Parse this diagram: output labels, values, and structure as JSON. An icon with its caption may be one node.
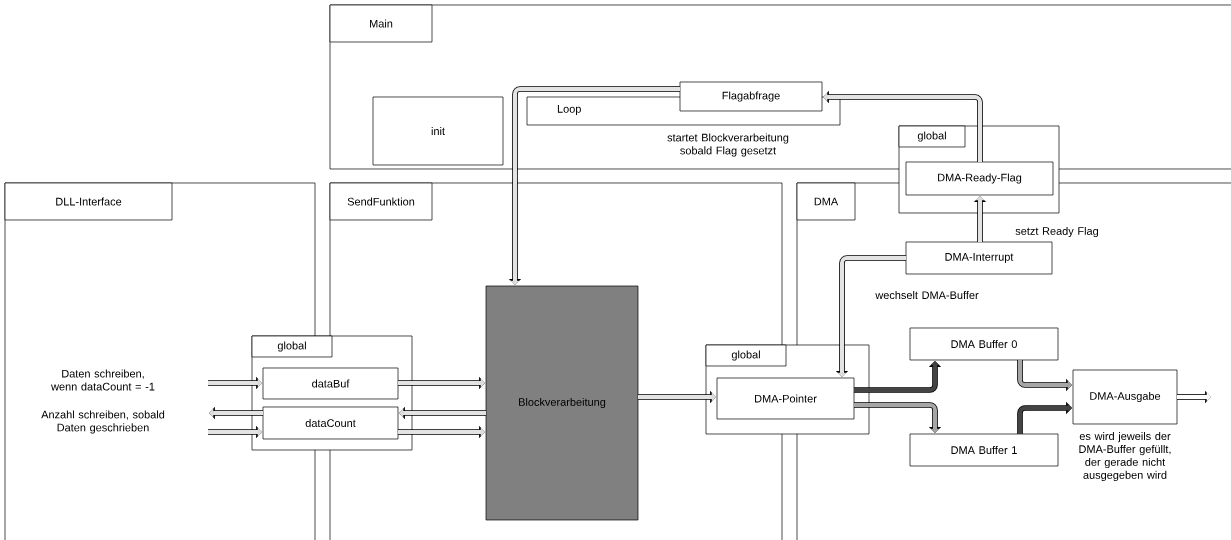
{
  "diagram": {
    "nodes": [
      {
        "text": [
          "Main"
        ]
      },
      {
        "text": [
          "init"
        ],
        "in": 0
      },
      {
        "text": [
          "Loop"
        ],
        "in": 0
      },
      {
        "text": [
          "Flagabfrage"
        ],
        "in": 0
      },
      {
        "text": [
          "global"
        ]
      },
      {
        "text": [
          "DMA-Ready-Flag"
        ],
        "in": 4
      },
      {
        "text": [
          "DLL-Interface"
        ]
      },
      {
        "text": [
          "SendFunktion"
        ]
      },
      {
        "text": [
          "DMA"
        ]
      },
      {
        "text": [
          "global"
        ]
      },
      {
        "text": [
          "dataBuf"
        ],
        "in": 9
      },
      {
        "text": [
          "dataCount"
        ],
        "in": 9
      },
      {
        "text": [
          "Blockverarbeitung"
        ],
        "in": 7
      },
      {
        "text": [
          "DMA-Interrupt"
        ],
        "in": 8
      },
      {
        "text": [
          "global"
        ]
      },
      {
        "text": [
          "DMA-Pointer"
        ],
        "in": 14
      },
      {
        "text": [
          "DMA Buffer 0"
        ],
        "in": 8
      },
      {
        "text": [
          "DMA Buffer 1"
        ],
        "in": 8
      },
      {
        "text": [
          "DMA-Ausgabe"
        ],
        "in": 8,
        "beside": [
          "es wird jeweils der DMA-Buffer gefüllt, der gerade nicht ausgegeben wird"
        ]
      }
    ],
    "edges": [
      {
        "from": 6,
        "to": 10,
        "arrow": "to"
      },
      {
        "from": 11,
        "to": 6,
        "arrow": "to"
      },
      {
        "from": 6,
        "to": 11,
        "arrow": "to"
      },
      {
        "from": 10,
        "to": 12,
        "arrow": "to"
      },
      {
        "from": 12,
        "to": 11,
        "arrow": "to"
      },
      {
        "from": 11,
        "to": 12,
        "arrow": "to"
      },
      {
        "from": 3,
        "to": 12,
        "arrow": "to",
        "label": "startet Blockverarbeitung sobald Flag gesetzt"
      },
      {
        "from": 5,
        "to": 3,
        "arrow": "to"
      },
      {
        "from": 13,
        "to": 5,
        "arrow": "to",
        "label": "setzt Ready Flag"
      },
      {
        "from": 13,
        "to": 15,
        "arrow": "to",
        "label": "wechselt DMA-Buffer"
      },
      {
        "from": 12,
        "to": 15,
        "arrow": "to"
      },
      {
        "from": 15,
        "to": 16,
        "arrow": "to",
        "color": "#444444"
      },
      {
        "from": 15,
        "to": 17,
        "arrow": "to",
        "color": "#a6a6a6"
      },
      {
        "from": 16,
        "to": 18,
        "arrow": "to",
        "color": "#a6a6a6"
      },
      {
        "from": 17,
        "to": 18,
        "arrow": "to",
        "color": "#444444"
      },
      {
        "from": 18,
        "to": null,
        "arrow": "to",
        "color": "#ffffff"
      }
    ],
    "labels": [
      "Daten schreiben, wenn dataCount = -1",
      "Anzahl schreiben, sobald Daten geschrieben"
    ]
  }
}
